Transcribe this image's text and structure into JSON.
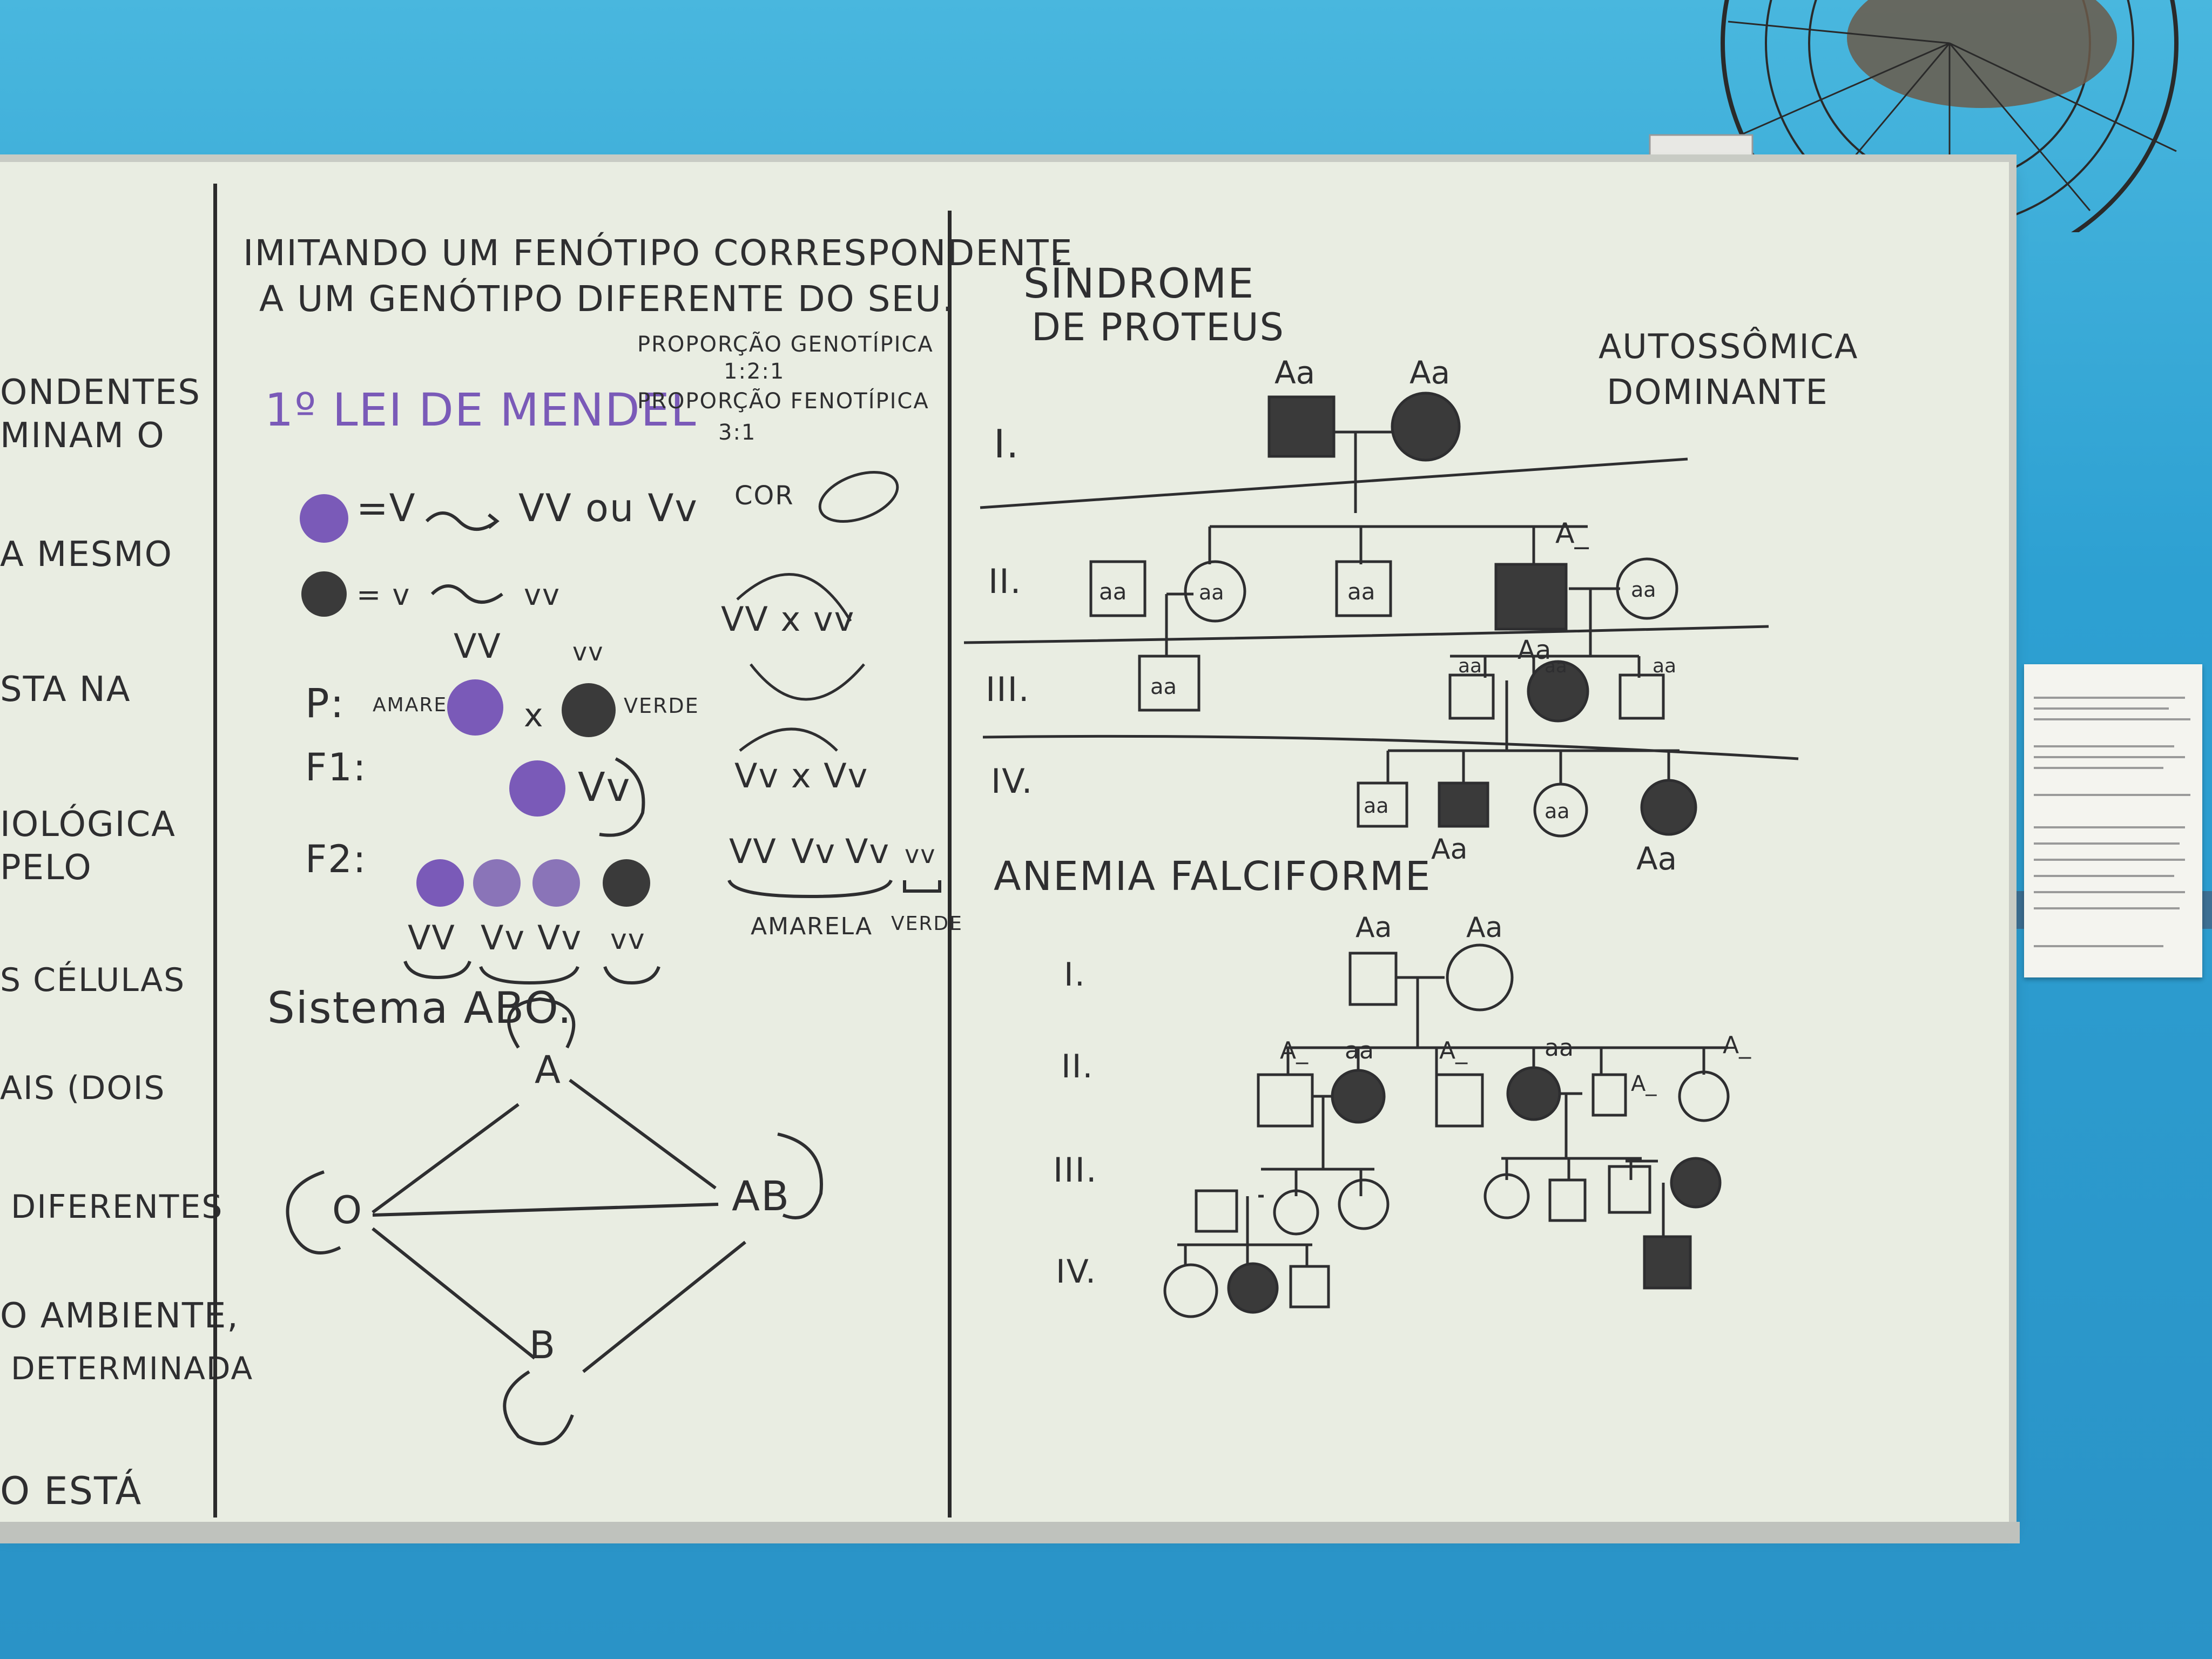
{
  "left_fragment": {
    "lines": [
      "ONDENTES",
      "MINAM O",
      "A MESMO",
      "STA NA",
      "IOLÓGICA",
      "PELO",
      "S CÉLULAS",
      "AIS (DOIS",
      "DIFERENTES",
      "O AMBIENTE,",
      "DETERMINADA",
      "O ESTÁ"
    ]
  },
  "middle_panel": {
    "intro_line1": "IMITANDO UM FENÓTIPO CORRESPONDENTE",
    "intro_line2": "A UM GENÓTIPO DIFERENTE DO SEU.",
    "title": "1º LEI DE MENDEL",
    "proporcao_genotipica": "PROPORÇÃO GENOTÍPICA",
    "ratio_genotipica": "1:2:1",
    "proporcao_fenotipica": "PROPORÇÃO FENOTÍPICA",
    "ratio_fenotipica": "3:1",
    "cor_label": "COR",
    "key_purple": "=V",
    "key_purple_genotypes": "VV ou Vv",
    "key_dark": "= v",
    "key_dark_genotypes": "vv",
    "p_label": "P:",
    "p_left_genotype": "VV",
    "p_right_genotype": "vv",
    "amarelo": "AMARELO",
    "verde": "VERDE",
    "cross_x": "x",
    "f1_label": "F1:",
    "f1_genotype": "Vv",
    "f2_label": "F2:",
    "f2_genotypes": [
      "VV",
      "Vv",
      "Vv",
      "vv"
    ],
    "cross1": "VV x vv",
    "cross2": "Vv x Vv",
    "cross2_result": [
      "VV",
      "Vv",
      "Vv",
      "vv"
    ],
    "cross2_amarela": "AMARELA",
    "cross2_verde": "VERDE",
    "abo_title": "Sistema ABO.",
    "abo_nodes": {
      "a": "A",
      "ab": "AB",
      "o": "O",
      "b": "B"
    }
  },
  "right_panel": {
    "proteus_title_line1": "SÍNDROME",
    "proteus_title_line2": "DE PROTEUS",
    "inheritance_line1": "AUTOSSÔMICA",
    "inheritance_line2": "DOMINANTE",
    "generations": [
      "I.",
      "II.",
      "III.",
      "IV."
    ],
    "proteus_labels": {
      "g1_male": "Aa",
      "g1_female": "Aa",
      "g2_male1": "aa",
      "g2_female1": "aa",
      "g2_male2": "aa",
      "g2_male3_label": "A_",
      "g2_female2": "aa",
      "g3_male": "aa",
      "g3_male2": "aa",
      "g3_female_label": "Aa",
      "g3_female_top": "aa",
      "g3_male3": "aa",
      "g4_1": "aa",
      "g4_2_label": "Aa",
      "g4_3": "aa",
      "g4_4_label": "Aa"
    },
    "anemia_title": "ANEMIA FALCIFORME",
    "anemia_generations": [
      "I.",
      "II.",
      "III.",
      "IV."
    ],
    "anemia_labels": {
      "g1_male": "Aa",
      "g1_female": "Aa",
      "g2_a": "A_",
      "g2_b": "aa",
      "g2_c": "A_",
      "g2_d": "aa",
      "g2_e": "A_",
      "g2_f": "A_"
    }
  },
  "colors": {
    "purple": "#7a5ab8",
    "dark": "#3a3a3a",
    "ink": "#2e2e30",
    "board": "#e9ede2"
  }
}
